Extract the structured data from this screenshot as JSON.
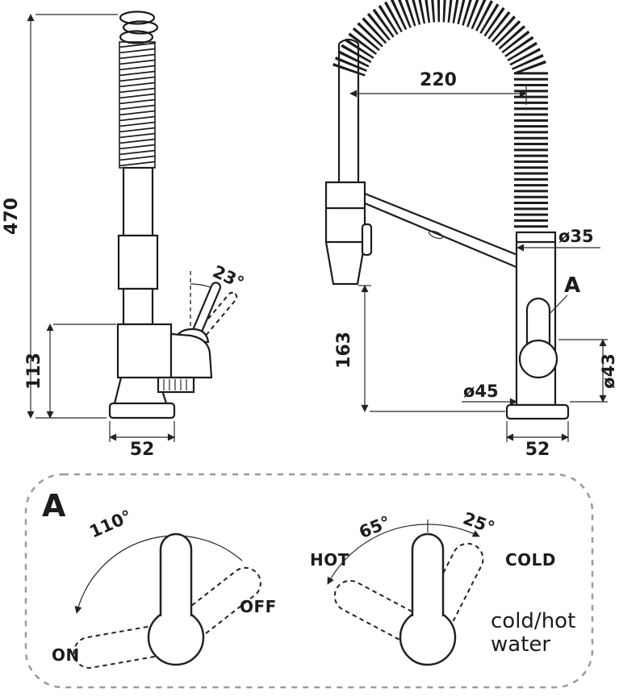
{
  "colors": {
    "line": "#1c1c1c",
    "panel_border": "#9b9b9b",
    "background": "#ffffff"
  },
  "left_view": {
    "total_height": "470",
    "body_height": "113",
    "base_width": "52",
    "handle_angle": "23°"
  },
  "right_view": {
    "reach": "220",
    "spray_height": "163",
    "dia_column": "ø35",
    "dia_base": "ø45",
    "dia_handle": "ø43",
    "base_width": "52",
    "detail_ref": "A"
  },
  "detail": {
    "label": "A",
    "rotation": {
      "angle": "110°",
      "off_label": "OFF",
      "on_label": "ON"
    },
    "mixing": {
      "hot_angle": "65°",
      "cold_angle": "25°",
      "hot_label": "HOT",
      "cold_label": "COLD",
      "caption_line1": "cold/hot",
      "caption_line2": "water"
    }
  }
}
